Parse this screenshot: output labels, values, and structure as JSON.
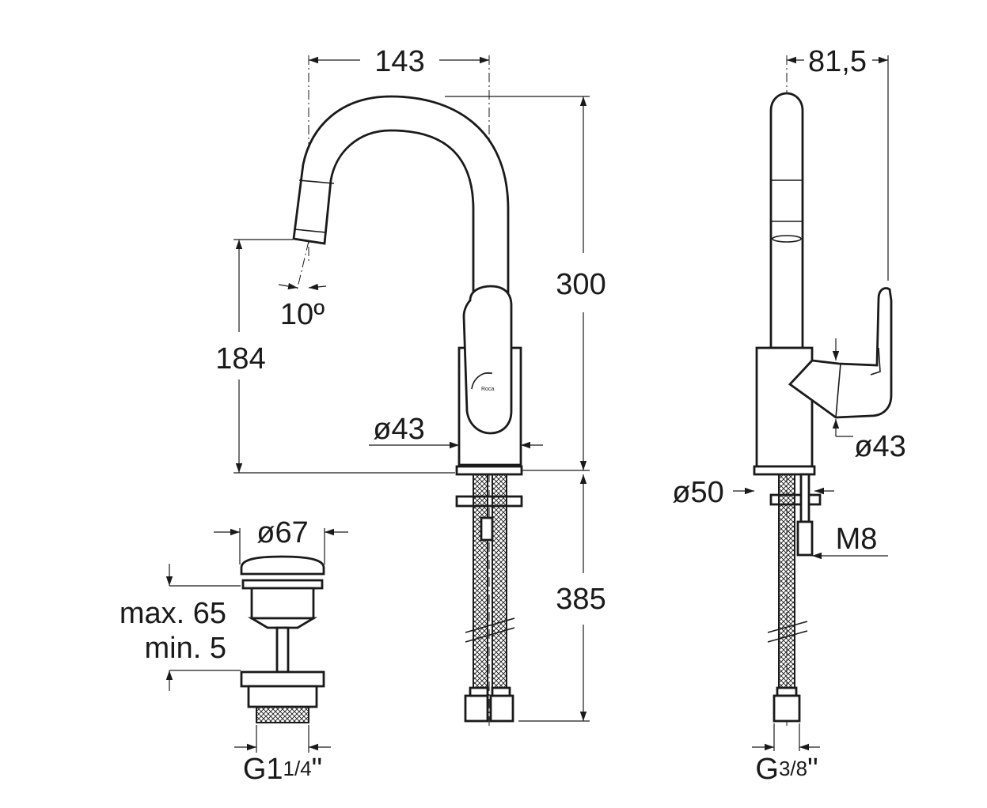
{
  "dimensions": {
    "spout_reach": "143",
    "side_depth": "81,5",
    "total_height": "300",
    "outlet_height": "184",
    "spout_angle": "10º",
    "body_diameter_front": "ø43",
    "body_diameter_side": "ø43",
    "base_diameter": "ø50",
    "hose_length": "385",
    "stud_thread": "M8",
    "hose_connection": "G3/8\"",
    "waste_diameter": "ø67",
    "waste_adjust_max": "max. 65",
    "waste_adjust_min": "min. 5",
    "waste_thread": "G1 1/4\""
  },
  "labels": {
    "logo_text": "Roca",
    "g": "G",
    "waste_thread_int": "1",
    "waste_thread_frac": "1/4",
    "hose_thread_frac": "3/8",
    "inch": "\""
  }
}
